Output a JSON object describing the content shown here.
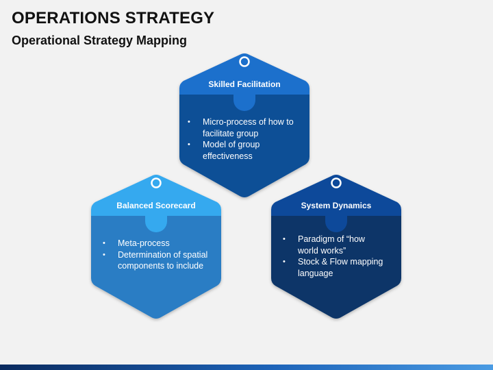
{
  "header": {
    "title": "OPERATIONS STRATEGY",
    "subtitle": "Operational Strategy Mapping"
  },
  "cards": [
    {
      "label": "Skilled Facilitation",
      "items": [
        "Micro-process of how to facilitate group",
        "Model of group effectiveness"
      ],
      "colors": {
        "header": "#1f6fcc",
        "body": "#0d4f96",
        "ring": "#1a60b0"
      }
    },
    {
      "label": "Balanced Scorecard",
      "items": [
        "Meta-process",
        "Determination of spatial components to include"
      ],
      "colors": {
        "header": "#34a9ef",
        "body": "#2a7dc4",
        "ring": "#2a93d6"
      }
    },
    {
      "label": "System Dynamics",
      "items": [
        "Paradigm of “how world works”",
        "Stock & Flow mapping language"
      ],
      "colors": {
        "header": "#0a4a9a",
        "body": "#093667",
        "ring": "#0a3f80"
      }
    }
  ]
}
